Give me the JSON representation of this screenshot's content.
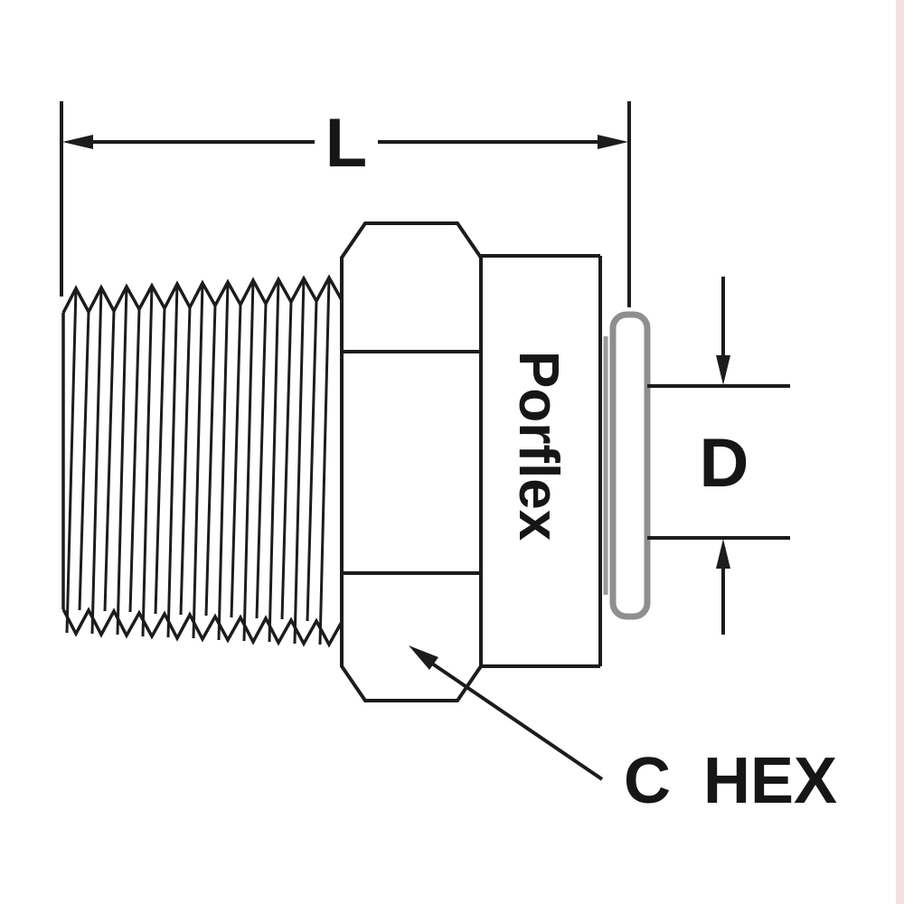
{
  "diagram": {
    "brand_text": "Porflex",
    "dimensions": {
      "length_label": "L",
      "diameter_label": "D",
      "hex_label": "C HEX"
    },
    "colors": {
      "line": "#1c1c1c",
      "collet_gray": "#8f8f8f",
      "background": "#ffffff",
      "edge_artifact": "#ecc6c6"
    }
  }
}
